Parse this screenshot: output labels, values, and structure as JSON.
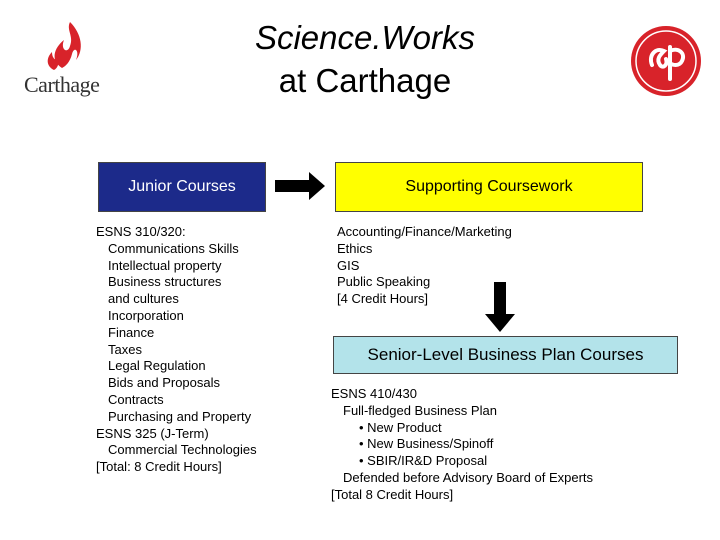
{
  "header": {
    "title_line1": "Science.Works",
    "title_line2": "at Carthage",
    "left_logo_text": "Carthage"
  },
  "colors": {
    "junior_box": "#1c2a8a",
    "supporting_box": "#ffff00",
    "senior_box": "#b3e3ea",
    "logo_red": "#d8232a"
  },
  "junior": {
    "heading": "Junior Courses",
    "lines": [
      {
        "text": "ESNS 310/320:",
        "indent": 0
      },
      {
        "text": "Communications Skills",
        "indent": 1
      },
      {
        "text": "Intellectual property",
        "indent": 1
      },
      {
        "text": "Business structures",
        "indent": 1
      },
      {
        "text": "and cultures",
        "indent": 1
      },
      {
        "text": "Incorporation",
        "indent": 1
      },
      {
        "text": "Finance",
        "indent": 1
      },
      {
        "text": "Taxes",
        "indent": 1
      },
      {
        "text": "Legal Regulation",
        "indent": 1
      },
      {
        "text": "Bids and Proposals",
        "indent": 1
      },
      {
        "text": "Contracts",
        "indent": 1
      },
      {
        "text": "Purchasing and Property",
        "indent": 1
      },
      {
        "text": "ESNS 325 (J-Term)",
        "indent": 0
      },
      {
        "text": "Commercial Technologies",
        "indent": 1
      },
      {
        "text": "[Total: 8 Credit Hours]",
        "indent": 0
      }
    ]
  },
  "supporting": {
    "heading": "Supporting Coursework",
    "lines": [
      {
        "text": "Accounting/Finance/Marketing",
        "indent": 0
      },
      {
        "text": "Ethics",
        "indent": 0
      },
      {
        "text": "GIS",
        "indent": 0
      },
      {
        "text": "Public Speaking",
        "indent": 0
      },
      {
        "text": "[4 Credit Hours]",
        "indent": 0
      }
    ]
  },
  "senior": {
    "heading": "Senior-Level Business Plan Courses",
    "lines": [
      {
        "text": "ESNS 410/430",
        "indent": 0
      },
      {
        "text": "Full-fledged Business Plan",
        "indent": 1
      },
      {
        "text": "• New Product",
        "indent": 2
      },
      {
        "text": "• New Business/Spinoff",
        "indent": 2
      },
      {
        "text": "• SBIR/IR&D Proposal",
        "indent": 2
      },
      {
        "text": "Defended before Advisory Board of Experts",
        "indent": 1
      },
      {
        "text": "[Total 8 Credit Hours]",
        "indent": 0
      }
    ]
  }
}
